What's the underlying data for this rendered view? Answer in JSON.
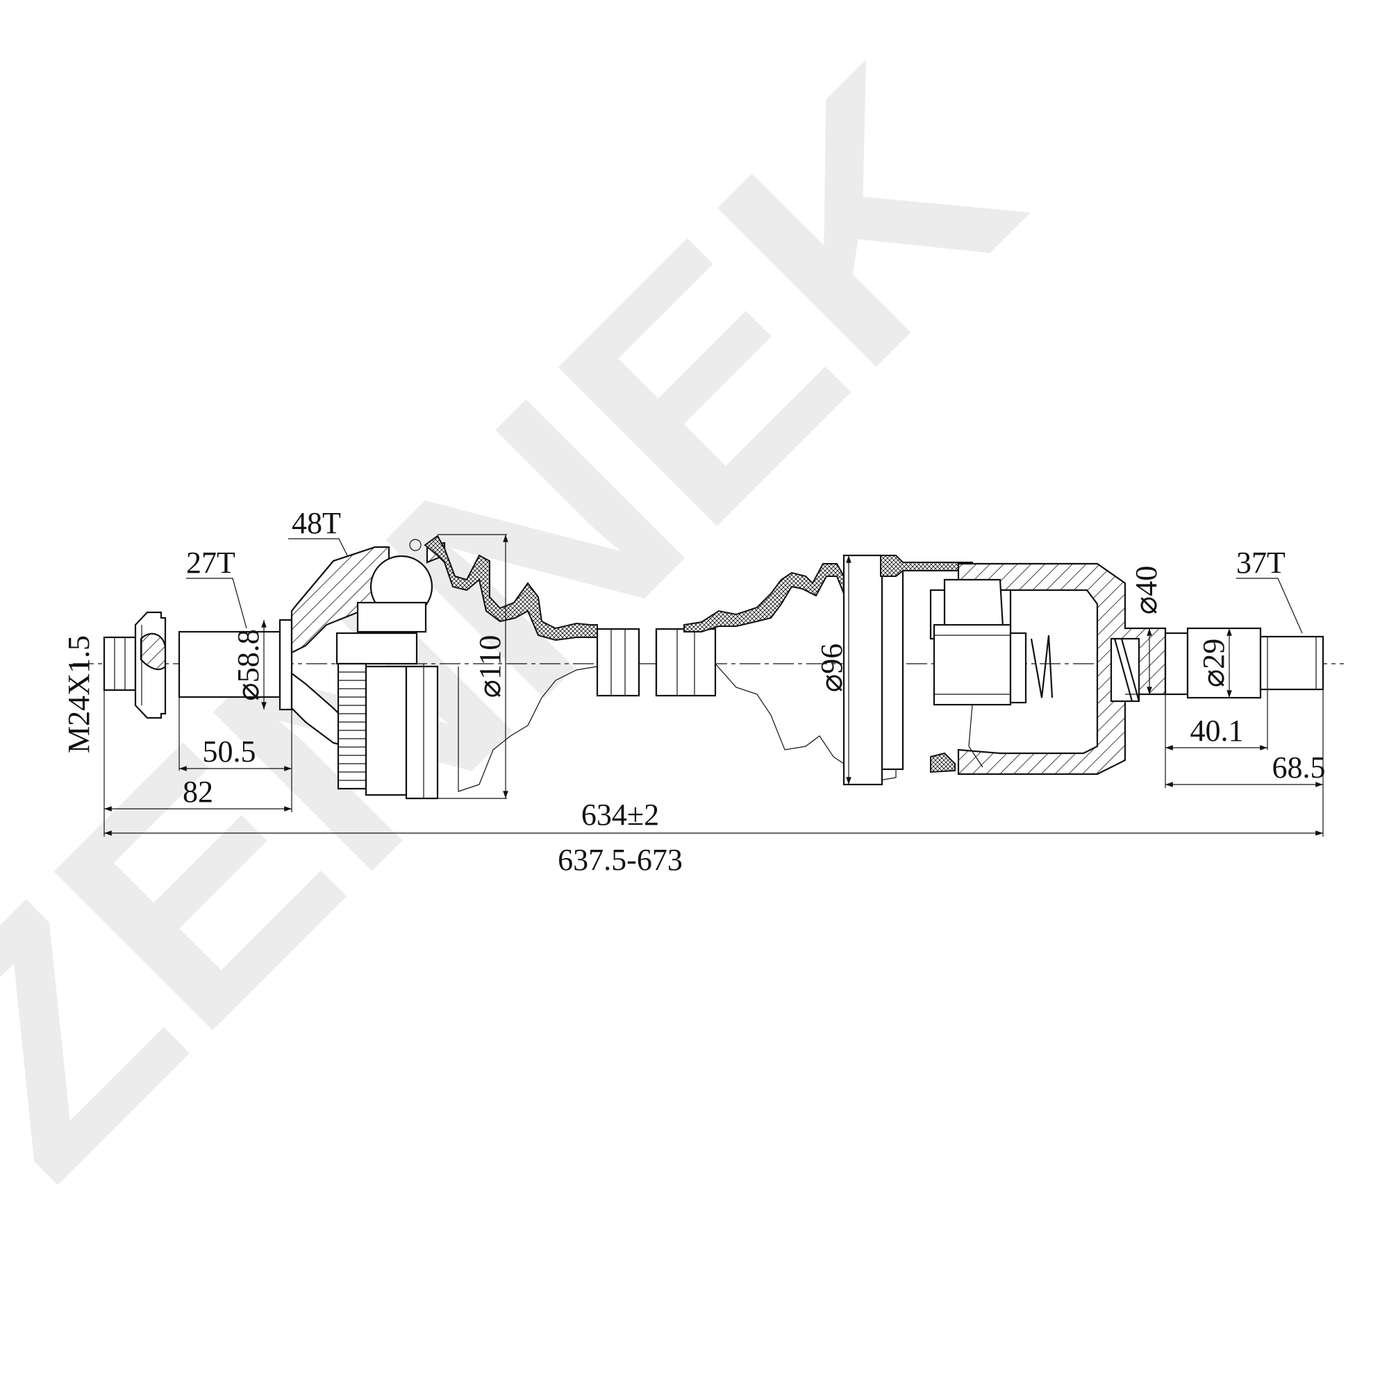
{
  "watermark": {
    "text": "ZENNEK"
  },
  "callouts": {
    "thread": "M24X1.5",
    "outer_spline": "27T",
    "abs_ring": "48T",
    "inner_spline": "37T"
  },
  "diameters": {
    "outer_stub": "⌀58.8",
    "outer_joint": "⌀110",
    "inner_joint": "⌀96",
    "inner_housing": "⌀40",
    "inner_stub": "⌀29"
  },
  "lengths": {
    "outer_stub_short": "50.5",
    "outer_stub_long": "82",
    "inner_stub_short": "40.1",
    "inner_stub_long": "68.5",
    "overall_nominal": "634±2",
    "overall_range": "637.5-673"
  },
  "colors": {
    "line": "#111111",
    "watermark": "#ececec",
    "background": "#ffffff"
  }
}
